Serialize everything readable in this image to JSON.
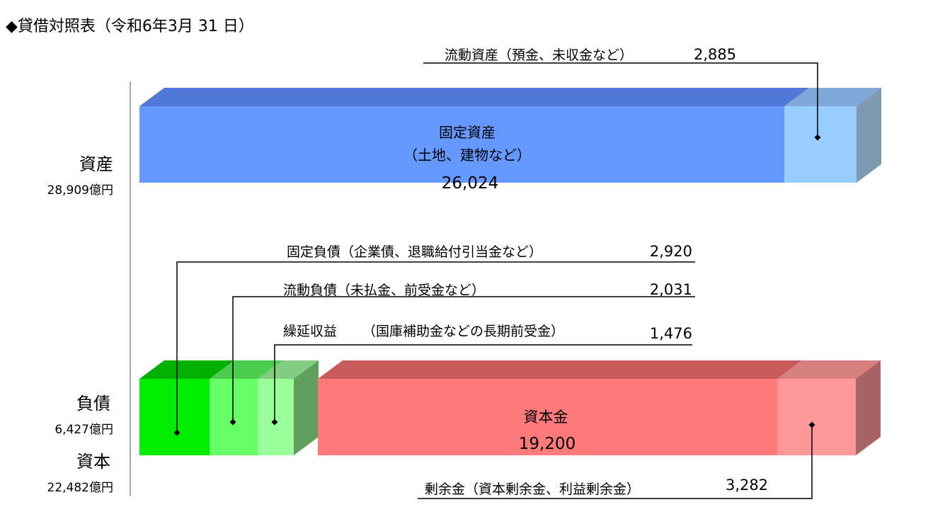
{
  "chart_data": {
    "type": "bar",
    "title": "◆貸借対照表（令和6年3月 31 日）",
    "unit": "億円",
    "categories": [
      {
        "name": "資産",
        "total_label": "28,909億円",
        "total": 28909
      },
      {
        "name": "負債",
        "total_label": "6,427億円",
        "total": 6427
      },
      {
        "name": "資本",
        "total_label": "22,482億円",
        "total": 22482
      }
    ],
    "assets": [
      {
        "label_lines": [
          "固定資産",
          "（土地、建物など）"
        ],
        "value": 26024,
        "value_label": "26,024",
        "color": "#6699ff"
      },
      {
        "label_lines": [
          "流動資産（預金、未収金など）"
        ],
        "value": 2885,
        "value_label": "2,885",
        "color": "#99ccff"
      }
    ],
    "liabilities_capital": [
      {
        "label_lines": [
          "固定負債（企業債、退職給付引当金など）"
        ],
        "value": 2920,
        "value_label": "2,920",
        "color": "#00ee00"
      },
      {
        "label_lines": [
          "流動負債（未払金、前受金など）"
        ],
        "value": 2031,
        "value_label": "2,031",
        "color": "#66ff66"
      },
      {
        "label_lines": [
          "繰延収益",
          "（国庫補助金などの長期前受金）"
        ],
        "value": 1476,
        "value_label": "1,476",
        "color": "#99ff99"
      },
      {
        "label_lines": [
          "資本金"
        ],
        "value": 19200,
        "value_label": "19,200",
        "color": "#ff7b7b"
      },
      {
        "label_lines": [
          "剰余金（資本剰余金、利益剰余金）"
        ],
        "value": 3282,
        "value_label": "3,282",
        "color": "#ff9999"
      }
    ]
  }
}
